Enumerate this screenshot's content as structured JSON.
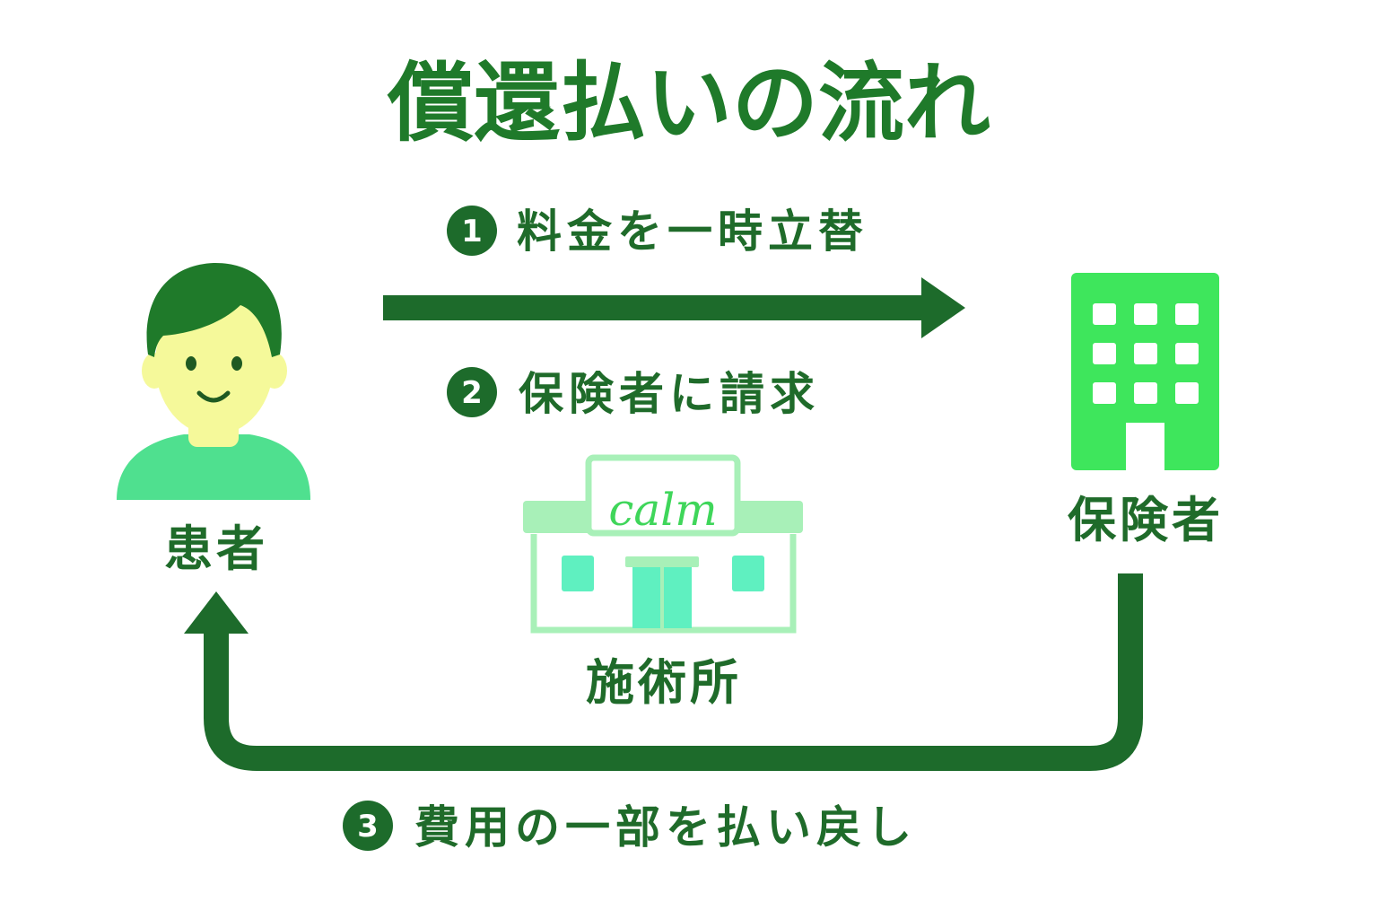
{
  "title": "償還払いの流れ",
  "steps": [
    {
      "number": "1",
      "label": "料金を一時立替"
    },
    {
      "number": "2",
      "label": "保険者に請求"
    },
    {
      "number": "3",
      "label": "費用の一部を払い戻し"
    }
  ],
  "nodes": {
    "patient": {
      "label": "患者",
      "icon": "person-icon"
    },
    "insurer": {
      "label": "保険者",
      "icon": "building-icon"
    },
    "clinic": {
      "label": "施術所",
      "sign": "calm",
      "icon": "clinic-building-icon"
    }
  },
  "colors": {
    "title": "#1f7a2a",
    "arrow": "#1d6b2b",
    "label": "#1f6b2a",
    "insurer_building": "#3ee65c",
    "patient_shirt": "#4fe08f",
    "patient_face": "#f5f99a",
    "clinic_outline": "#a8f0b8",
    "clinic_accent": "#5ff0c0"
  }
}
